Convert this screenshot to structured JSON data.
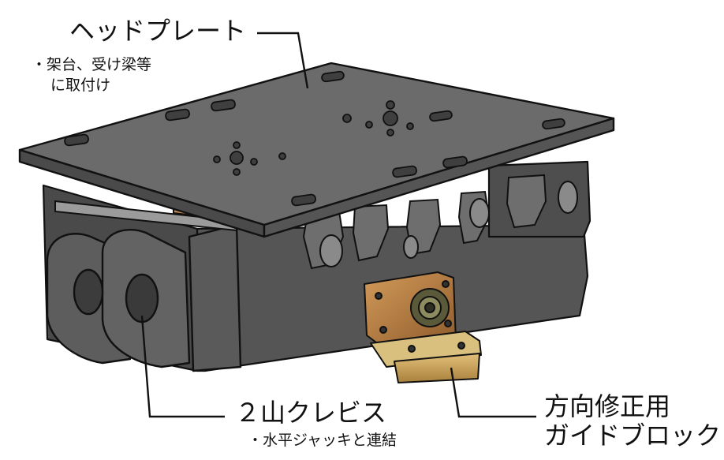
{
  "labels": {
    "head_plate": {
      "title": "ヘッドプレート",
      "note_line1": "・架台、受け梁等",
      "note_line2": "に取付け"
    },
    "clevis": {
      "title": "２山クレビス",
      "note": "・水平ジャッキと連結"
    },
    "guide_block": {
      "line1": "方向修正用",
      "line2": "ガイドブロック"
    }
  },
  "colors": {
    "body_dark": "#5a5a5a",
    "plate_top": "#6b6b6b",
    "outline": "#111111",
    "guide_copper": "#b8834a",
    "guide_gold": "#c9a75a",
    "leader_line": "#111111"
  }
}
